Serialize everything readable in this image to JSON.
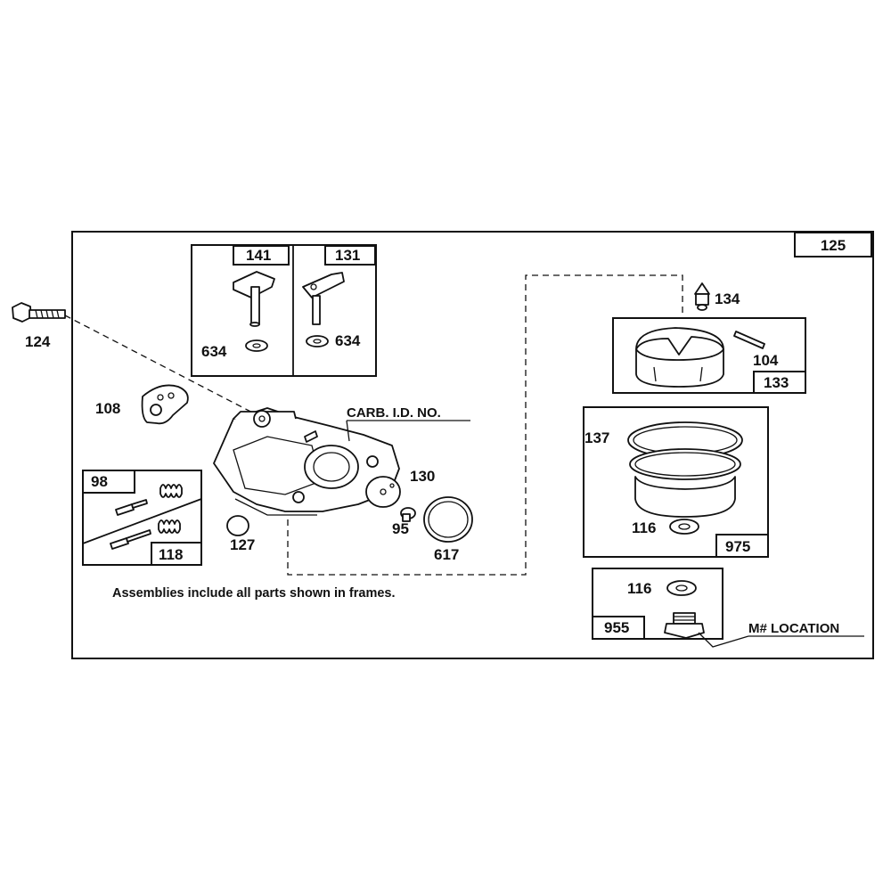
{
  "diagram": {
    "assembly_label": "125",
    "callouts": {
      "p124": "124",
      "p108": "108",
      "p98": "98",
      "p118": "118",
      "p127": "127",
      "p141": "141",
      "p131": "131",
      "p634_a": "634",
      "p634_b": "634",
      "p130": "130",
      "p95": "95",
      "p617": "617",
      "p134": "134",
      "p104": "104",
      "p133": "133",
      "p137": "137",
      "p116_a": "116",
      "p975": "975",
      "p116_b": "116",
      "p955": "955"
    },
    "carb_id_label": "CARB. I.D. NO.",
    "model_location_label": "M# LOCATION",
    "footnote": "Assemblies include all parts shown in frames."
  }
}
